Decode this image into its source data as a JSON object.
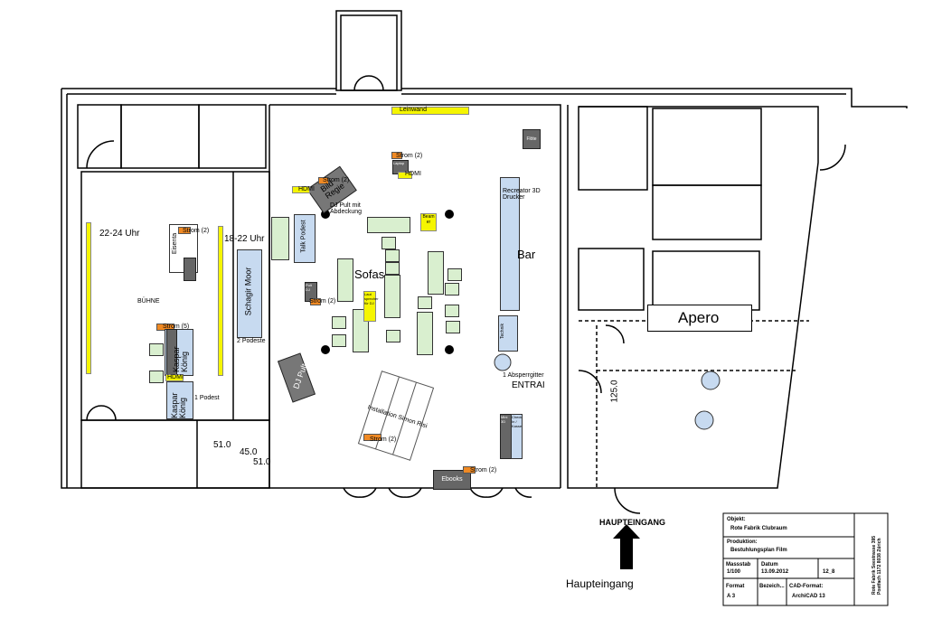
{
  "labels": {
    "leinwand": "Leinwand",
    "strom_2": "Strom (2)",
    "strom_2b": "Strom (2)",
    "strom_2c": "Strom (2)",
    "strom_2d": "Strom (2)",
    "strom_2e": "Strom (2)",
    "strom_2f": "Strom (2)",
    "strom_5": "Strom (5)",
    "hdmi_a": "HDMI",
    "hdmi_b": "HDMI",
    "hdmi_c": "HDMI",
    "laptop": "Laptop",
    "bild_regie": "Bild Regie",
    "dj_pult_abdeckung": "DJ Pult mit Abdeckung",
    "beamer": "Beam er",
    "floete": "Flöte",
    "recreator": "Recreator 3D Drucker",
    "bar": "Bar",
    "sofas": "Sofas",
    "talk_podest": "Talk Podest",
    "time_22_24": "22-24 Uhr",
    "time_18_22": "18-22 Uhr",
    "eisenta": "Eisenta",
    "buehne": "BÜHNE",
    "schagir_moor": "Schagir Moor",
    "zwei_podeste": "2 Podeste",
    "kaspar_koenig_1": "Kaspar König",
    "kaspar_koenig_2": "Kaspar König",
    "ein_podest": "1 Podest",
    "dj_pult": "DJ Pult",
    "technik": "Technik",
    "absperrgitter": "1 Absperrgitter",
    "entrance": "ENTRAI",
    "apero": "Apero",
    "installation": "Installation Simon Risi",
    "ebooks": "Ebooks",
    "checkin": "Check In / Kasse",
    "mini": "Mini 3D",
    "dim_51a": "51.0",
    "dim_45": "45.0",
    "dim_51b": "51.0",
    "dim_125": "125.0",
    "haupteingang_caps": "HAUPTEINGANG",
    "haupteingang": "Haupteingang",
    "lautsprecher": "Laut sprecher für DJ",
    "pult_small": "Pult DJ"
  },
  "title_block": {
    "objekt_label": "Objekt:",
    "objekt_value": "Rote Fabrik Clubraum",
    "produktion_label": "Produktion:",
    "produktion_value": "Bestuhlungsplan Film",
    "massstab_label": "Massstab",
    "massstab_value": "1/100",
    "datum_label": "Datum",
    "datum_value": "13.09.2012",
    "plan_nr": "12_8",
    "format_label": "Format",
    "format_value": "A 3",
    "bezeichnung_label": "Bezeich...",
    "cad_label": "CAD-Format:",
    "cad_value": "ArchiCAD 13",
    "address": "Rote Fabrik Seestrasse 395 Postfach 1172 8038 Zürich"
  }
}
